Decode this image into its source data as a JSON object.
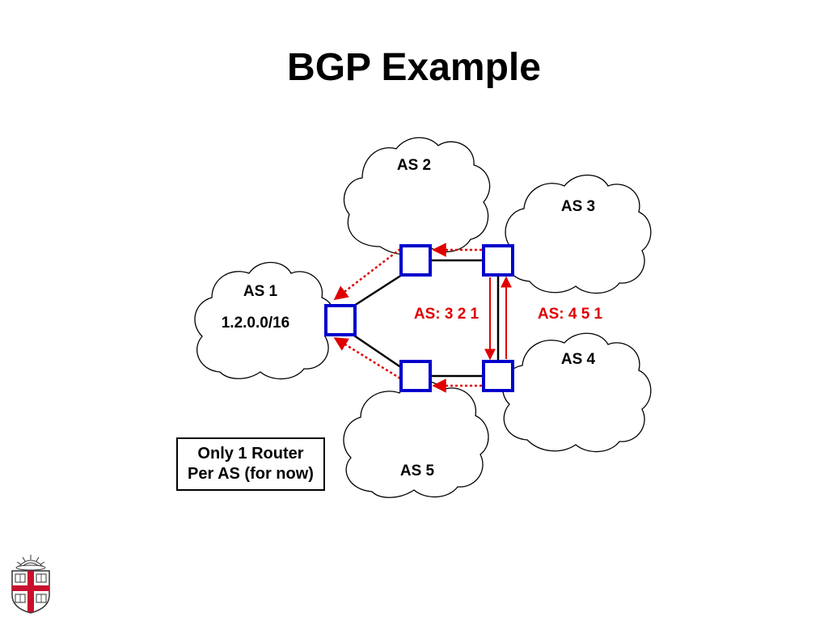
{
  "slide": {
    "title": "BGP Example"
  },
  "clouds": {
    "as1": {
      "label": "AS 1",
      "prefix": "1.2.0.0/16"
    },
    "as2": {
      "label": "AS 2"
    },
    "as3": {
      "label": "AS 3"
    },
    "as4": {
      "label": "AS 4"
    },
    "as5": {
      "label": "AS 5"
    }
  },
  "paths": {
    "path_via_as3": "AS: 3 2 1",
    "path_via_as4": "AS: 4 5 1"
  },
  "note": {
    "line1": "Only 1 Router",
    "line2": "Per AS (for now)"
  },
  "colors": {
    "router_stroke": "#0000cc",
    "advertisement": "#e00000",
    "link": "#000000"
  },
  "logo": {
    "icon": "university-shield-icon"
  }
}
